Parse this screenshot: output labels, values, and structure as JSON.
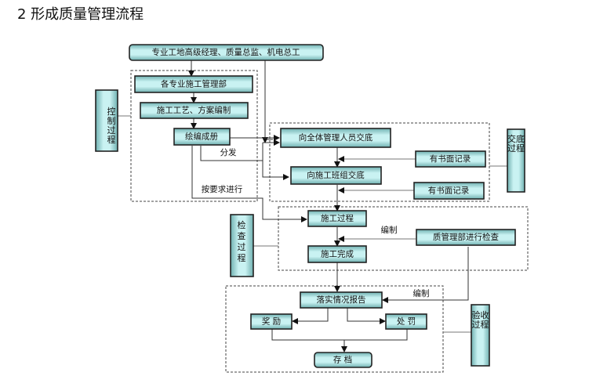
{
  "heading": "2  形成质量管理流程",
  "nodes": {
    "top": "专业工地高级经理、质量总监、机电总工",
    "dept": "各专业施工管理部",
    "plan": "施工工艺、方案编制",
    "booklet": "绘编成册",
    "brief_all": "向全体管理人员交底",
    "brief_team": "向施工班组交底",
    "record1": "有书面记录",
    "record2": "有书面记录",
    "construct": "施工过程",
    "complete": "施工完成",
    "qc_check": "质管理部进行检查",
    "report": "落实情况报告",
    "reward": "奖  励",
    "penalty": "处  罚",
    "archive": "存  档"
  },
  "side_labels": {
    "control": [
      "控",
      "制",
      "过",
      "程"
    ],
    "briefing": [
      "交底",
      "过程"
    ],
    "inspection": [
      "检",
      "查",
      "过",
      "程"
    ],
    "acceptance": [
      "验收",
      "过程"
    ]
  },
  "edge_labels": {
    "distribute": "分发",
    "as_required": "按要求进行",
    "compile1": "编制",
    "compile2": "编制"
  }
}
